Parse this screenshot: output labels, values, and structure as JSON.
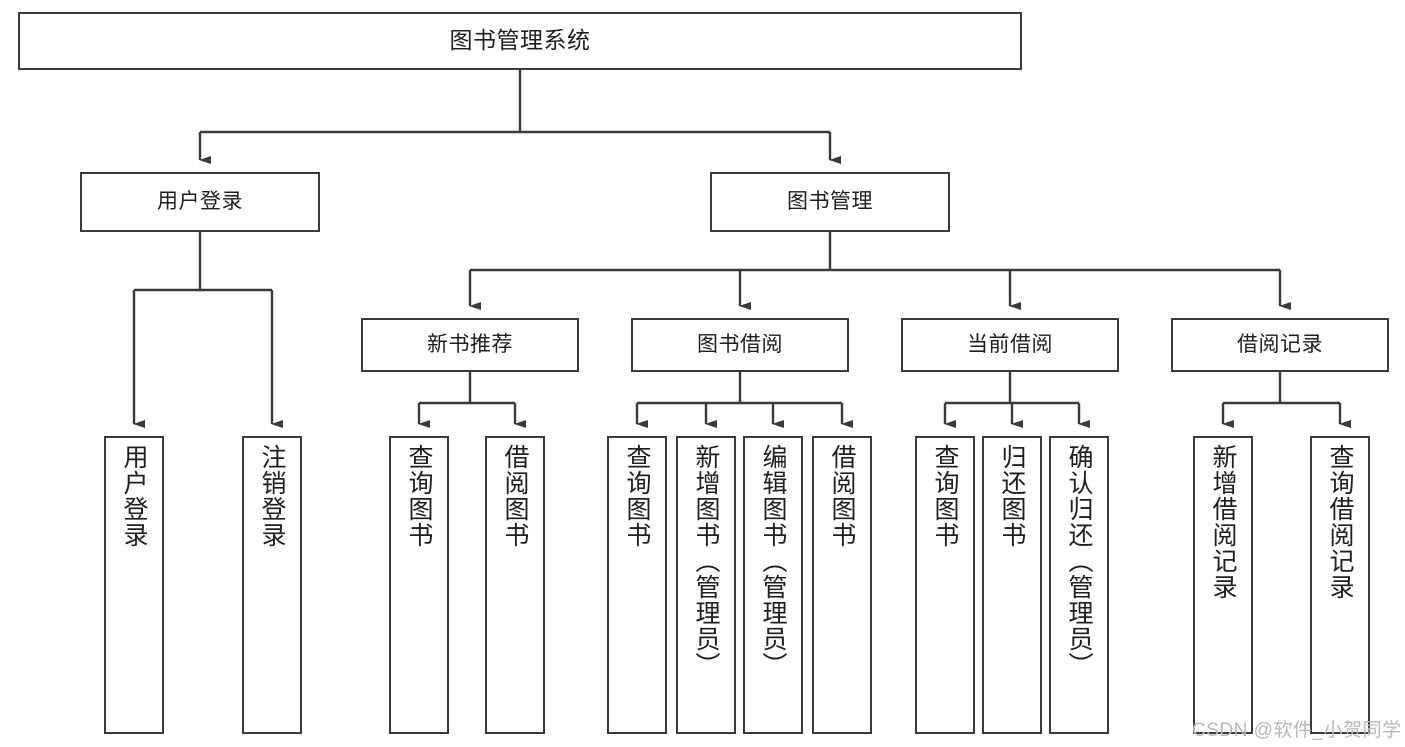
{
  "diagram": {
    "title": "图书管理系统",
    "type": "tree-hierarchy-chart",
    "root": {
      "id": "root",
      "label": "图书管理系统"
    },
    "level1": [
      {
        "id": "user-login",
        "label": "用户登录"
      },
      {
        "id": "book-management",
        "label": "图书管理"
      }
    ],
    "level2": [
      {
        "id": "new-book-recommend",
        "label": "新书推荐",
        "parent": "book-management"
      },
      {
        "id": "book-borrow",
        "label": "图书借阅",
        "parent": "book-management"
      },
      {
        "id": "current-borrow",
        "label": "当前借阅",
        "parent": "book-management"
      },
      {
        "id": "borrow-record",
        "label": "借阅记录",
        "parent": "book-management"
      }
    ],
    "leaves": [
      {
        "id": "leaf-user-login",
        "label": "用户登录",
        "parent": "user-login"
      },
      {
        "id": "leaf-logout",
        "label": "注销登录",
        "parent": "user-login"
      },
      {
        "id": "leaf-query-book-1",
        "label": "查询图书",
        "parent": "new-book-recommend"
      },
      {
        "id": "leaf-borrow-book-1",
        "label": "借阅图书",
        "parent": "new-book-recommend"
      },
      {
        "id": "leaf-query-book-2",
        "label": "查询图书",
        "parent": "book-borrow"
      },
      {
        "id": "leaf-add-book",
        "label": "新增图书（管理员）",
        "parent": "book-borrow"
      },
      {
        "id": "leaf-edit-book",
        "label": "编辑图书（管理员）",
        "parent": "book-borrow"
      },
      {
        "id": "leaf-borrow-book-2",
        "label": "借阅图书",
        "parent": "book-borrow"
      },
      {
        "id": "leaf-query-book-3",
        "label": "查询图书",
        "parent": "current-borrow"
      },
      {
        "id": "leaf-return-book",
        "label": "归还图书",
        "parent": "current-borrow"
      },
      {
        "id": "leaf-confirm-return",
        "label": "确认归还（管理员）",
        "parent": "current-borrow"
      },
      {
        "id": "leaf-add-record",
        "label": "新增借阅记录",
        "parent": "borrow-record"
      },
      {
        "id": "leaf-query-record",
        "label": "查询借阅记录",
        "parent": "borrow-record"
      }
    ],
    "colors": {
      "stroke": "#3a3a3a",
      "background": "#ffffff",
      "text": "#1f1f1f",
      "watermark": "#b9b9b9"
    }
  },
  "watermark": {
    "text": "CSDN @软件_小贺同学"
  }
}
